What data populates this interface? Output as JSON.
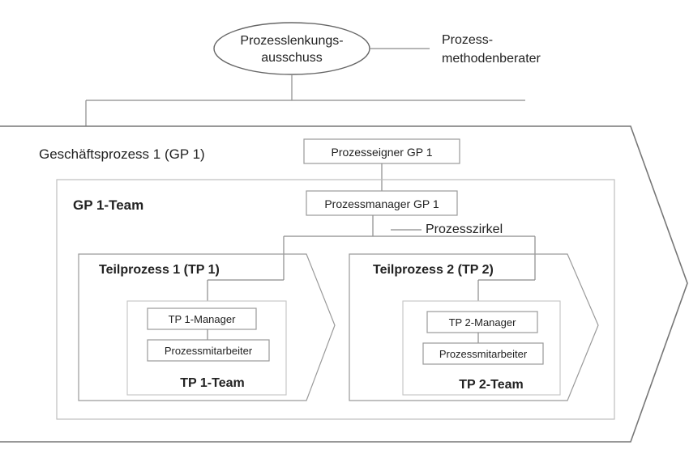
{
  "steering": {
    "line1": "Prozesslenkungs-",
    "line2": "ausschuss"
  },
  "advisor": {
    "line1": "Prozess-",
    "line2": "methodenberater"
  },
  "business_process": {
    "label": "Geschäftsprozess 1 (GP 1)"
  },
  "process_owner": {
    "label": "Prozesseigner GP 1"
  },
  "team": {
    "label": "GP 1-Team"
  },
  "process_manager": {
    "label": "Prozessmanager GP 1"
  },
  "process_circle": {
    "label": "Prozesszirkel"
  },
  "sub1": {
    "title": "Teilprozess 1 (TP 1)",
    "manager": "TP 1-Manager",
    "staff": "Prozessmitarbeiter",
    "team": "TP 1-Team"
  },
  "sub2": {
    "title": "Teilprozess 2 (TP 2)",
    "manager": "TP 2-Manager",
    "staff": "Prozessmitarbeiter",
    "team": "TP 2-Team"
  }
}
